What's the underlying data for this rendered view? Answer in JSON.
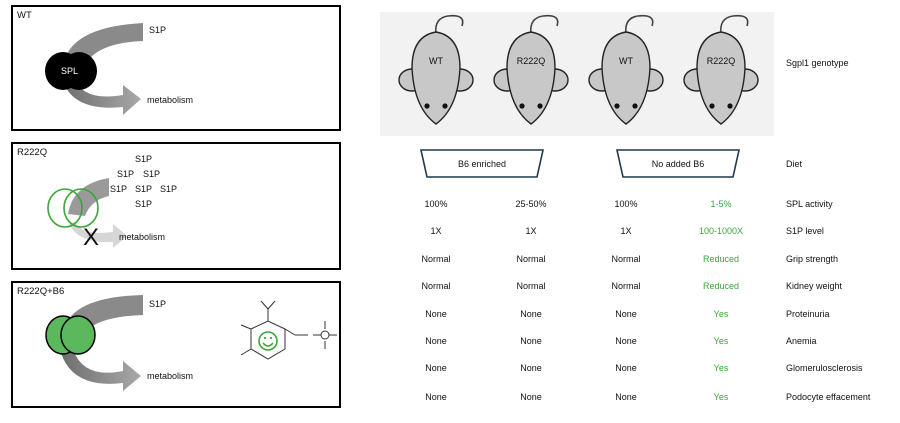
{
  "panels": {
    "wt": {
      "title": "WT",
      "s1p": "S1P",
      "enzyme": "SPL",
      "metabolism": "metabolism"
    },
    "r222q": {
      "title": "R222Q",
      "s1p": "S1P",
      "metabolism": "metabolism",
      "block": "X"
    },
    "r222qb6": {
      "title": "R222Q+B6",
      "s1p": "S1P",
      "metabolism": "metabolism"
    }
  },
  "mice": [
    "WT",
    "R222Q",
    "WT",
    "R222Q"
  ],
  "diet": {
    "left": "B6 enriched",
    "right": "No added B6"
  },
  "rows": [
    {
      "label": "Sgpl1 genotype"
    },
    {
      "label": "Diet"
    },
    {
      "label": "SPL activity",
      "values": [
        "100%",
        "25-50%",
        "100%",
        "1-5%"
      ]
    },
    {
      "label": "S1P level",
      "values": [
        "1X",
        "1X",
        "1X",
        "100-1000X"
      ]
    },
    {
      "label": "Grip strength",
      "values": [
        "Normal",
        "Normal",
        "Normal",
        "Reduced"
      ]
    },
    {
      "label": "Kidney weight",
      "values": [
        "Normal",
        "Normal",
        "Normal",
        "Reduced"
      ]
    },
    {
      "label": "Proteinuria",
      "values": [
        "None",
        "None",
        "None",
        "Yes"
      ]
    },
    {
      "label": "Anemia",
      "values": [
        "None",
        "None",
        "None",
        "Yes"
      ]
    },
    {
      "label": "Glomerulosclerosis",
      "values": [
        "None",
        "None",
        "None",
        "Yes"
      ]
    },
    {
      "label": "Podocyte effacement",
      "values": [
        "None",
        "None",
        "None",
        "Yes"
      ]
    }
  ],
  "colors": {
    "accent_green": "#3aa63a",
    "arrow_gray": "#8a8a8a",
    "mouse_fill": "#c8c8c8",
    "enzyme_green": "#5cb85c"
  }
}
